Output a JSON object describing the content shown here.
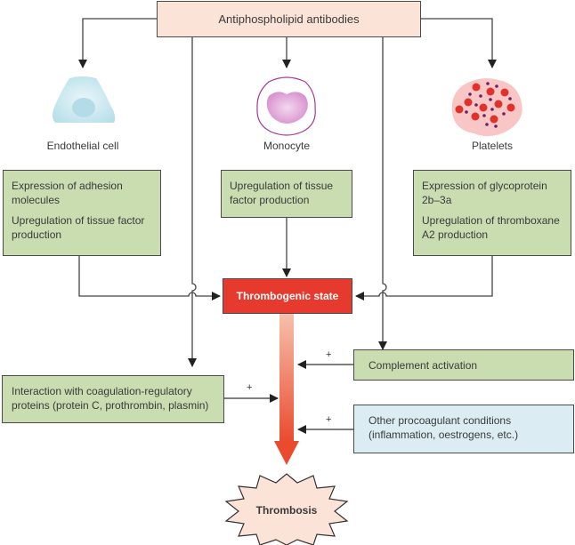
{
  "title": "Antiphospholipid antibodies",
  "cells": [
    {
      "name": "Endothelial cell"
    },
    {
      "name": "Monocyte"
    },
    {
      "name": "Platelets"
    }
  ],
  "effects": {
    "endothelial": [
      "Expression of adhesion molecules",
      "Upregulation of tissue factor production"
    ],
    "monocyte": [
      "Upregulation of tissue factor production"
    ],
    "platelets": [
      "Expression of glycoprotein 2b–3a",
      "Upregulation of thromboxane A2 production"
    ]
  },
  "central": "Thrombogenic state",
  "modifiers": {
    "coagulation": "Interaction with coagulation-regulatory proteins (protein C, prothrombin, plasmin)",
    "complement": "Complement activation",
    "other": "Other procoagulant conditions (inflammation, oestrogens, etc.)",
    "plus_sign": "+"
  },
  "outcome": "Thrombosis",
  "colors": {
    "green": "#c9ddb0",
    "blue": "#dcecf3",
    "pink": "#fbe3d8",
    "red": "#e53a2d",
    "arrow_top": "#f6b4a0",
    "arrow_bottom": "#ea4a2e"
  }
}
